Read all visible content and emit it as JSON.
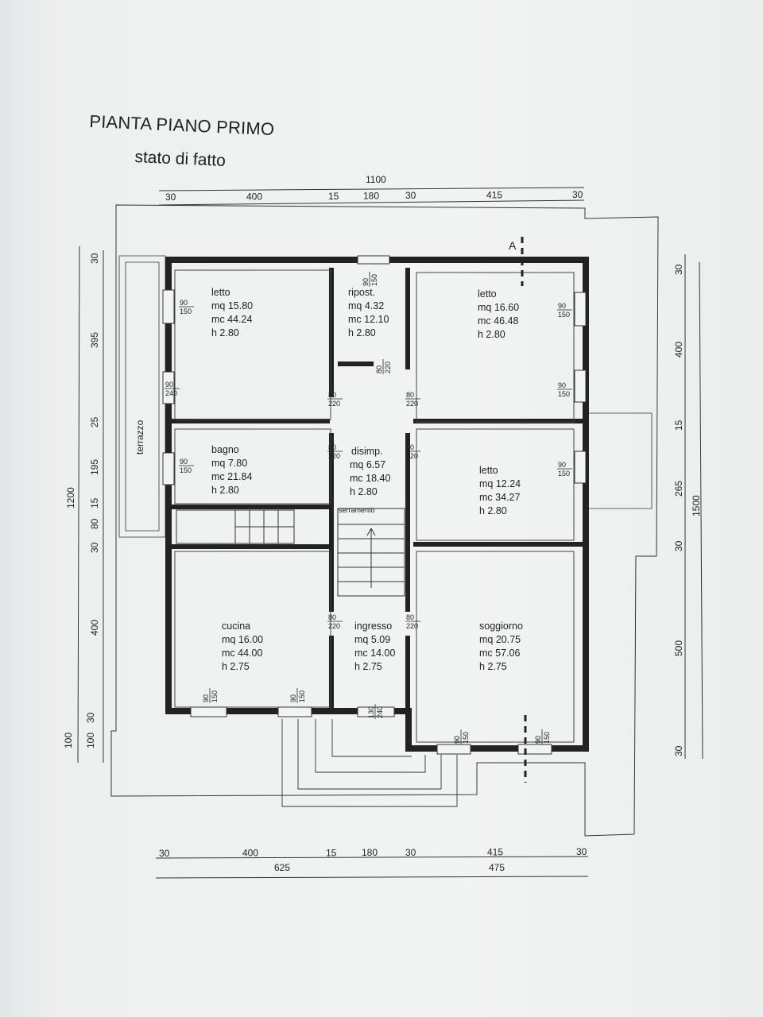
{
  "title": "PIANTA PIANO PRIMO",
  "subtitle": "stato di fatto",
  "section_marker": "A",
  "terrace_label": "terrazzo",
  "stair_label": "serramento",
  "rooms": [
    {
      "name": "letto",
      "mq": "mq 15.80",
      "mc": "mc 44.24",
      "h": "h      2.80"
    },
    {
      "name": "ripost.",
      "mq": "mq  4.32",
      "mc": "mc 12.10",
      "h": "h      2.80"
    },
    {
      "name": "letto",
      "mq": "mq 16.60",
      "mc": "mc 46.48",
      "h": "h      2.80"
    },
    {
      "name": "bagno",
      "mq": "mq  7.80",
      "mc": "mc 21.84",
      "h": "h      2.80"
    },
    {
      "name": "disimp.",
      "mq": "mq  6.57",
      "mc": "mc 18.40",
      "h": "h      2.80"
    },
    {
      "name": "letto",
      "mq": "mq 12.24",
      "mc": "mc 34.27",
      "h": "h      2.80"
    },
    {
      "name": "cucina",
      "mq": "mq 16.00",
      "mc": "mc 44.00",
      "h": "h      2.75"
    },
    {
      "name": "ingresso",
      "mq": "mq  5.09",
      "mc": "mc 14.00",
      "h": "h      2.75"
    },
    {
      "name": "soggiorno",
      "mq": "mq 20.75",
      "mc": "mc 57.06",
      "h": "h      2.75"
    }
  ],
  "dims_top": {
    "total": "1100",
    "parts": [
      "30",
      "400",
      "15",
      "180",
      "30",
      "415",
      "30"
    ]
  },
  "dims_bottom": {
    "parts": [
      "30",
      "400",
      "15",
      "180",
      "30",
      "415",
      "30"
    ],
    "totals": [
      "625",
      "475"
    ]
  },
  "dims_left": {
    "total": "1200",
    "parts": [
      "30",
      "395",
      "25",
      "195",
      "15",
      "80",
      "30",
      "400",
      "30",
      "100",
      "100"
    ]
  },
  "dims_right": {
    "total": "1500",
    "parts": [
      "30",
      "400",
      "15",
      "265",
      "30",
      "500",
      "30"
    ]
  },
  "openings": [
    {
      "top": "90",
      "bot": "150"
    },
    {
      "top": "90",
      "bot": "150"
    },
    {
      "top": "90",
      "bot": "150"
    },
    {
      "top": "90",
      "bot": "240"
    },
    {
      "top": "80",
      "bot": "220"
    },
    {
      "top": "80",
      "bot": "220"
    },
    {
      "top": "80",
      "bot": "220"
    },
    {
      "top": "90",
      "bot": "150"
    },
    {
      "top": "90",
      "bot": "150"
    },
    {
      "top": "80",
      "bot": "220"
    },
    {
      "top": "80",
      "bot": "220"
    },
    {
      "top": "90",
      "bot": "150"
    },
    {
      "top": "80",
      "bot": "220"
    },
    {
      "top": "80",
      "bot": "220"
    },
    {
      "top": "90",
      "bot": "150"
    },
    {
      "top": "130",
      "bot": "240"
    },
    {
      "top": "90",
      "bot": "150"
    },
    {
      "top": "90",
      "bot": "150"
    },
    {
      "top": "90",
      "bot": "150"
    }
  ]
}
